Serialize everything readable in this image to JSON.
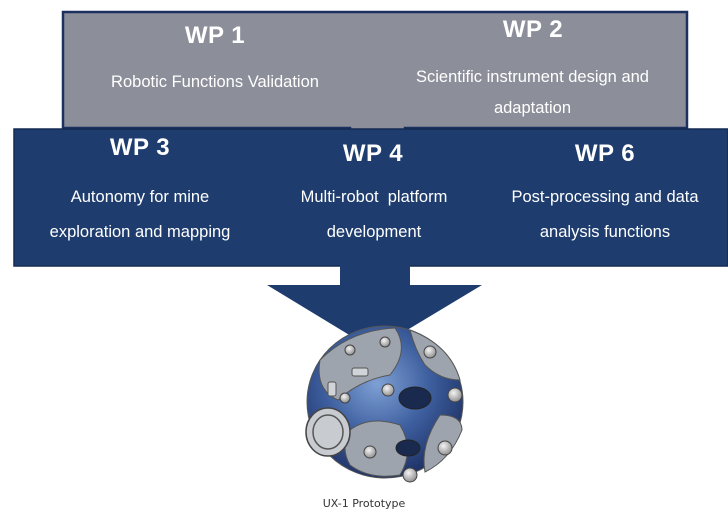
{
  "colors": {
    "top_panel_fill": "#8c8f9a",
    "top_panel_border": "#1c3160",
    "bottom_panel_fill": "#1e3d6e",
    "bottom_panel_border": "#142b52",
    "arrow_fill": "#1e3d6e",
    "text": "#ffffff",
    "caption_text": "#333333"
  },
  "top_panel": {
    "wp1": {
      "title": "WP 1",
      "description": "Robotic Functions Validation"
    },
    "wp2": {
      "title": "WP 2",
      "description_lines": [
        "Scientific instrument design and",
        "adaptation"
      ]
    }
  },
  "bottom_panel": {
    "wp3": {
      "title": "WP 3",
      "description_lines": [
        "Autonomy for mine",
        "exploration and mapping"
      ]
    },
    "wp4": {
      "title": "WP 4",
      "description_lines": [
        "Multi-robot  platform",
        "development"
      ]
    },
    "wp6": {
      "title": "WP 6",
      "description_lines": [
        "Post-processing and data",
        "analysis functions"
      ]
    }
  },
  "robot": {
    "icon": "spherical-robot-image"
  },
  "caption": "UX-1 Prototype"
}
